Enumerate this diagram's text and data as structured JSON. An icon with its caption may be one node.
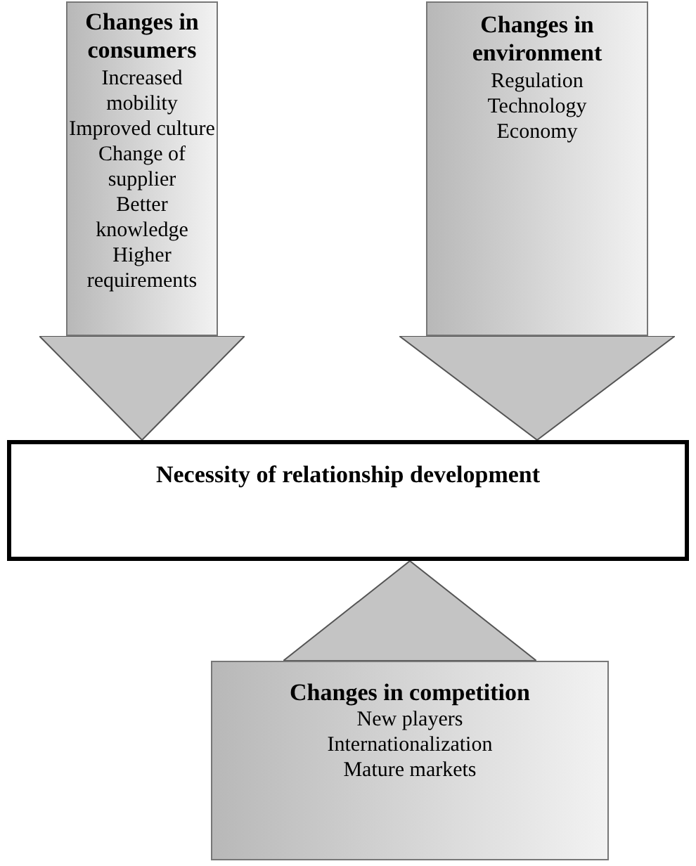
{
  "diagram": {
    "nodes": [
      {
        "text": [
          "Changes in consumers",
          "Increased mobility",
          "Improved culture",
          "Change of supplier",
          "Better knowledge",
          "Higher requirements"
        ]
      },
      {
        "text": [
          "Changes in environment",
          "Regulation",
          "Technology",
          "Economy"
        ]
      },
      {
        "text": [
          "Necessity of relationship development"
        ]
      },
      {
        "text": [
          "Changes in competition",
          "New players",
          "Internationalization",
          "Mature markets"
        ]
      }
    ],
    "edges": [
      {
        "from": 0,
        "to": 2,
        "arrow": "to"
      },
      {
        "from": 1,
        "to": 2,
        "arrow": "to"
      },
      {
        "from": 3,
        "to": 2,
        "arrow": "to"
      }
    ]
  }
}
